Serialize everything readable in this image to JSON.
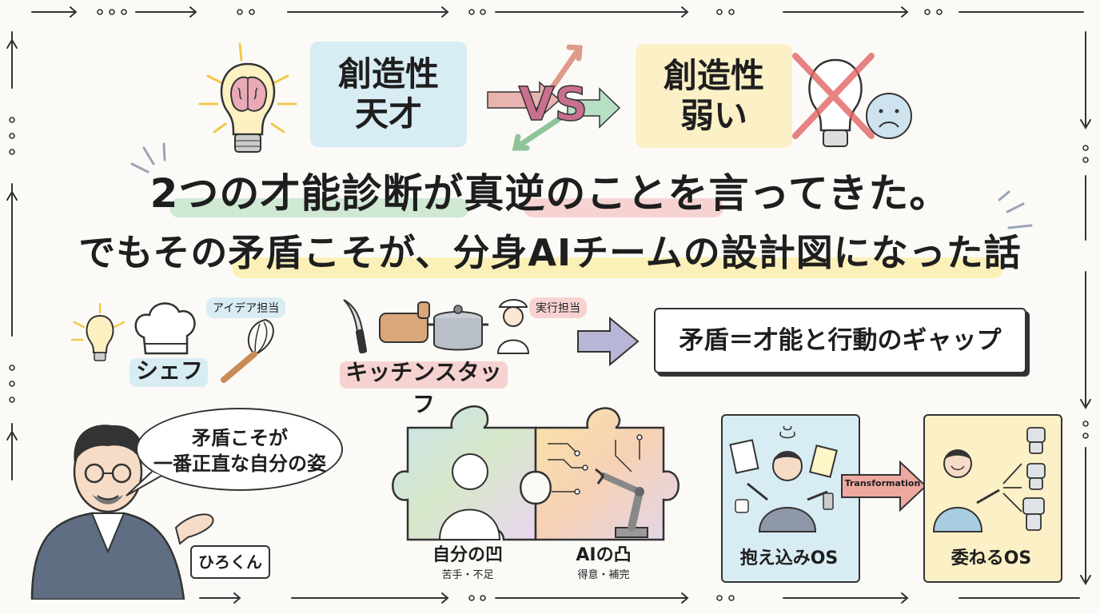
{
  "top": {
    "left_box": {
      "line1": "創造性",
      "line2": "天才"
    },
    "vs": "VS",
    "right_box": {
      "line1": "創造性",
      "line2": "弱い"
    }
  },
  "title": {
    "line1": "2つの才能診断が真逆のことを言ってきた。",
    "line2": "でもその矛盾こそが、分身AIチームの設計図になった話"
  },
  "middle": {
    "chef_label": "シェフ",
    "idea_tag": "アイデア担当",
    "staff_label": "キッチンスタッフ",
    "exec_tag": "実行担当",
    "gap_box": "矛盾＝才能と行動のギャップ"
  },
  "bottom": {
    "speech_line1": "矛盾こそが",
    "speech_line2": "一番正直な自分の姿",
    "name_tag": "ひろくん",
    "puzzle_left_label": "自分の凹",
    "puzzle_left_sub": "苦手・不足",
    "puzzle_right_label": "AIの凸",
    "puzzle_right_sub": "得意・補完",
    "os_left": "抱え込みOS",
    "os_arrow": "Transformation",
    "os_right": "委ねるOS"
  },
  "colors": {
    "blue_box": "#d8ecf3",
    "yellow_box": "#fbf0c6",
    "green_hl": "#cfe9d3",
    "pink_hl": "#f6d3d1",
    "yellow_hl": "#fbf1b8"
  },
  "icons": [
    "lightbulb-brain-icon",
    "lightbulb-crossed-icon",
    "sad-face-icon",
    "chef-hat-icon",
    "whisk-icon",
    "knife-icon",
    "cutting-board-icon",
    "pot-icon",
    "staff-icon",
    "arrow-right-icon",
    "puzzle-icon",
    "robot-arm-icon",
    "robot-icon"
  ]
}
